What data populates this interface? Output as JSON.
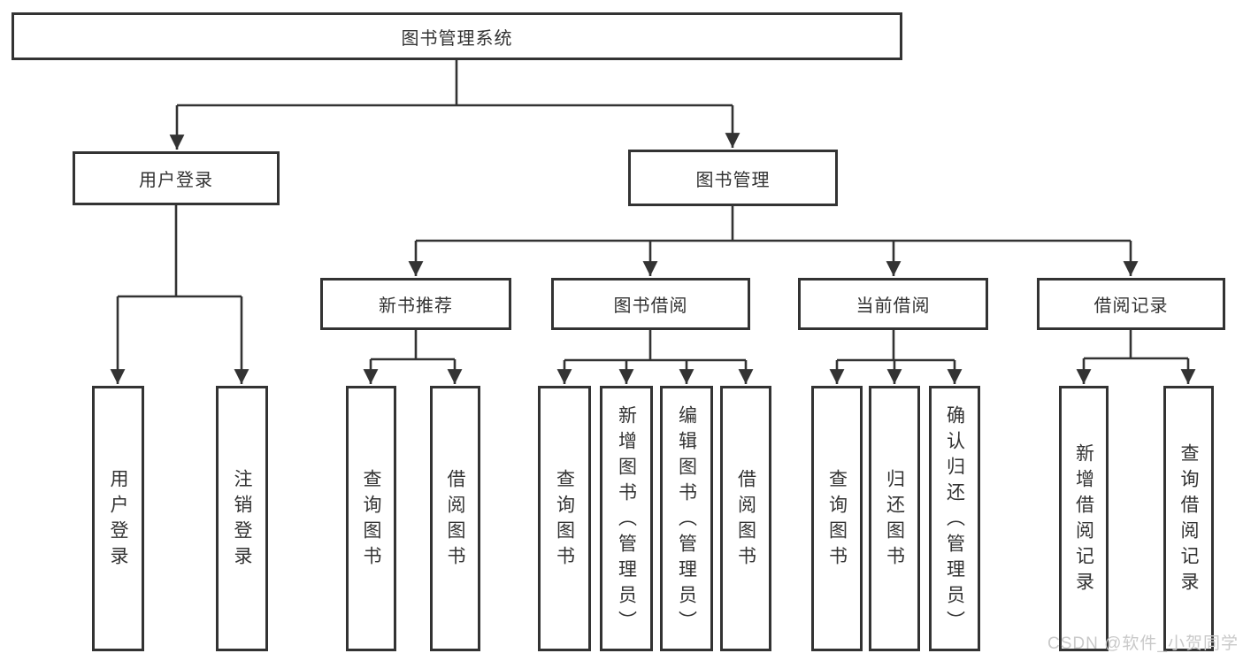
{
  "nodes": {
    "root": {
      "label": "图书管理系统"
    },
    "user_login": {
      "label": "用户登录"
    },
    "book_mgmt": {
      "label": "图书管理"
    },
    "new_book_rec": {
      "label": "新书推荐"
    },
    "book_borrow": {
      "label": "图书借阅"
    },
    "current_borrow": {
      "label": "当前借阅"
    },
    "borrow_record": {
      "label": "借阅记录"
    },
    "ul_login": {
      "label": "用户登录"
    },
    "ul_logout": {
      "label": "注销登录"
    },
    "nb_query": {
      "label": "查询图书"
    },
    "nb_borrow": {
      "label": "借阅图书"
    },
    "bb_query": {
      "label": "查询图书"
    },
    "bb_add": {
      "label": "新增图书（管理员）"
    },
    "bb_edit": {
      "label": "编辑图书（管理员）"
    },
    "bb_borrow": {
      "label": "借阅图书"
    },
    "cb_query": {
      "label": "查询图书"
    },
    "cb_return": {
      "label": "归还图书"
    },
    "cb_confirm": {
      "label": "确认归还（管理员）"
    },
    "br_add": {
      "label": "新增借阅记录"
    },
    "br_query": {
      "label": "查询借阅记录"
    }
  },
  "watermark": {
    "text": "CSDN @软件_小贺同学"
  },
  "colors": {
    "line": "#333333",
    "text": "#333333",
    "watermark": "#c9c9c9",
    "background": "#ffffff"
  }
}
